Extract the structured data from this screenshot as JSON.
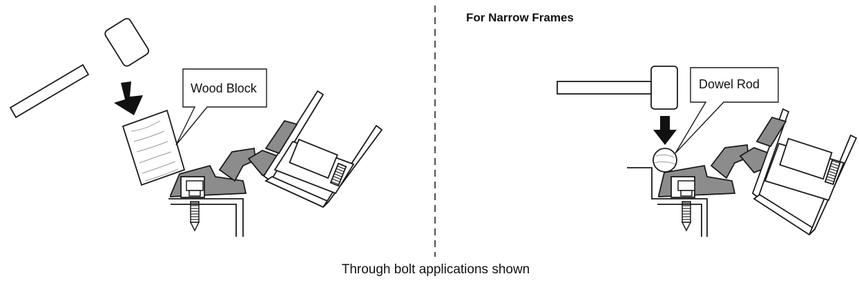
{
  "heading": "For Narrow Frames",
  "caption": "Through bolt applications shown",
  "callouts": {
    "left": "Wood Block",
    "right": "Dowel Rod"
  },
  "colors": {
    "line": "#1a1a1a",
    "metal_fill": "#8c8c8c",
    "wood_grain": "#9a9a9a"
  }
}
